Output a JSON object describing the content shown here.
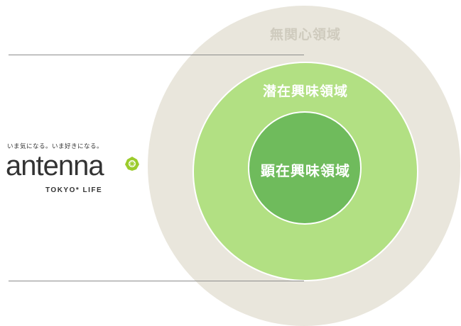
{
  "diagram": {
    "outer_label": "無関心領域",
    "middle_label": "潜在興味領域",
    "inner_label": "顕在興味領域"
  },
  "logo": {
    "tagline": "いま気になる。いま好きになる。",
    "wordmark": "antenna",
    "subtitle": "TOKYO* LIFE",
    "mark_icon": "antenna-leaf-icon",
    "accent_color": "#9ccc2c"
  },
  "colors": {
    "outer_ring": "#e9e6dc",
    "middle_ring": "#b2e083",
    "inner_ring": "#6fbb5c"
  }
}
